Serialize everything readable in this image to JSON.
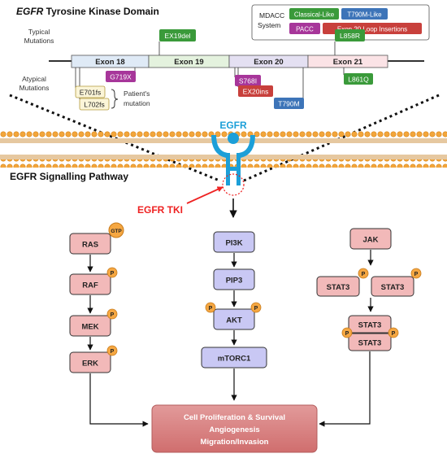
{
  "title": {
    "gene": "EGFR",
    "rest": " Tyrosine Kinase Domain"
  },
  "legend": {
    "label_line1": "MDACC",
    "label_line2": "System",
    "items": [
      {
        "label": "Classical-Like",
        "color": "#3a9a3a"
      },
      {
        "label": "T790M-Like",
        "color": "#3d74b8"
      },
      {
        "label": "PACC",
        "color": "#a7369a"
      },
      {
        "label": "Exon 20 Loop Insertions",
        "color": "#c8403c"
      }
    ]
  },
  "row_labels": {
    "typical_1": "Typical",
    "typical_2": "Mutations",
    "atypical_1": "Atypical",
    "atypical_2": "Mutations"
  },
  "exons": [
    {
      "label": "Exon 18",
      "fill": "#dfeaf6"
    },
    {
      "label": "Exon 19",
      "fill": "#e4f2de"
    },
    {
      "label": "Exon 20",
      "fill": "#e4e0f2"
    },
    {
      "label": "Exon 21",
      "fill": "#fbe3e6"
    }
  ],
  "mutations": {
    "ex19del": "EX19del",
    "l858r": "L858R",
    "g719x": "G719X",
    "s768i": "S768I",
    "ex20ins": "EX20ins",
    "t790m": "T790M",
    "l861q": "L861Q",
    "e701fs": "E701fs",
    "l702fs": "L702fs"
  },
  "patient_label_1": "Patient's",
  "patient_label_2": "mutation",
  "egfr_label": "EGFR",
  "pathway_title": "EGFR Signalling Pathway",
  "tki_label": "EGFR TKI",
  "gtp_label": "GTP",
  "p_label": "P",
  "ras_path": [
    "RAS",
    "RAF",
    "MEK",
    "ERK"
  ],
  "pi3k_path": [
    "PI3K",
    "PIP3",
    "AKT",
    "mTORC1"
  ],
  "jak_path": {
    "jak": "JAK",
    "stat3": "STAT3"
  },
  "outcome": {
    "line1": "Cell Proliferation & Survival",
    "line2": "Angiogenesis",
    "line3": "Migration/Invasion"
  }
}
